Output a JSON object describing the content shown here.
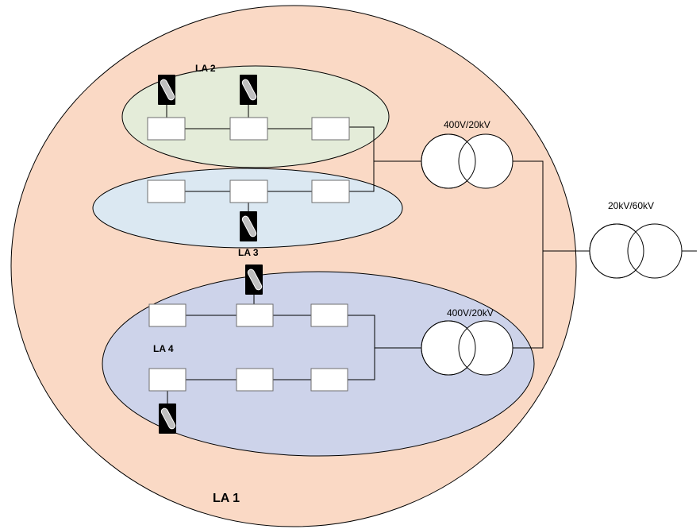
{
  "colors": {
    "la1_fill": "#FAD9C5",
    "la2_fill": "#E4ECD9",
    "la3_fill": "#DBE8F2",
    "la4_fill": "#CDD3EA",
    "area_stroke": "#000000",
    "meter_body": "#000000",
    "meter_lens": "#BFBFBF"
  },
  "areas": {
    "la1": "LA 1",
    "la2": "LA 2",
    "la3": "LA 3",
    "la4": "LA 4"
  },
  "transformers": {
    "upper_lv_mv": "400V/20kV",
    "lower_lv_mv": "400V/20kV",
    "mv_hv": "20kV/60kV"
  },
  "icons": {
    "meter": "smart-meter-icon",
    "node": "node-box",
    "transformer": "transformer-icon"
  }
}
